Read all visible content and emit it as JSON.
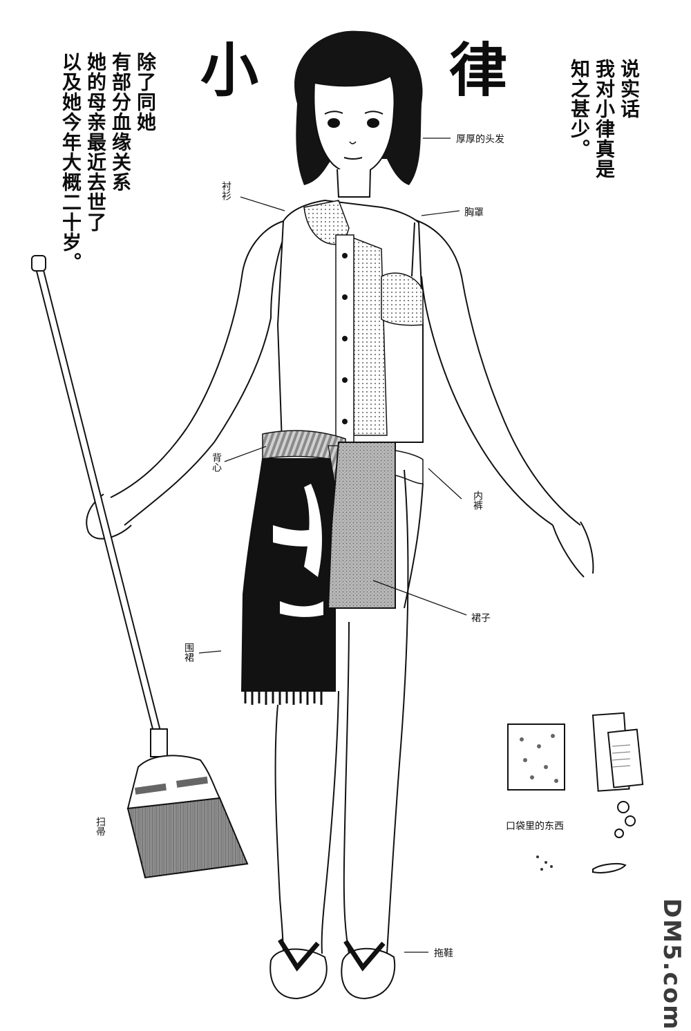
{
  "title": {
    "char1": "小",
    "char2": "律"
  },
  "narration_left": [
    "除了同她",
    "有部分血缘关系",
    "她的母亲最近去世了",
    "以及她今年大概二十岁。"
  ],
  "narration_right": [
    "说实话",
    "我对小律真是",
    "知之甚少。"
  ],
  "labels": {
    "hair": "厚厚的头发",
    "shirt": "衬衫",
    "bra": "胸罩",
    "vest": "背心",
    "panties": "内裤",
    "skirt": "裙子",
    "apron": "围裙",
    "broom": "扫帚",
    "pocket_items": "口袋里的东西",
    "sandals": "拖鞋"
  },
  "watermark": "DM5.com"
}
